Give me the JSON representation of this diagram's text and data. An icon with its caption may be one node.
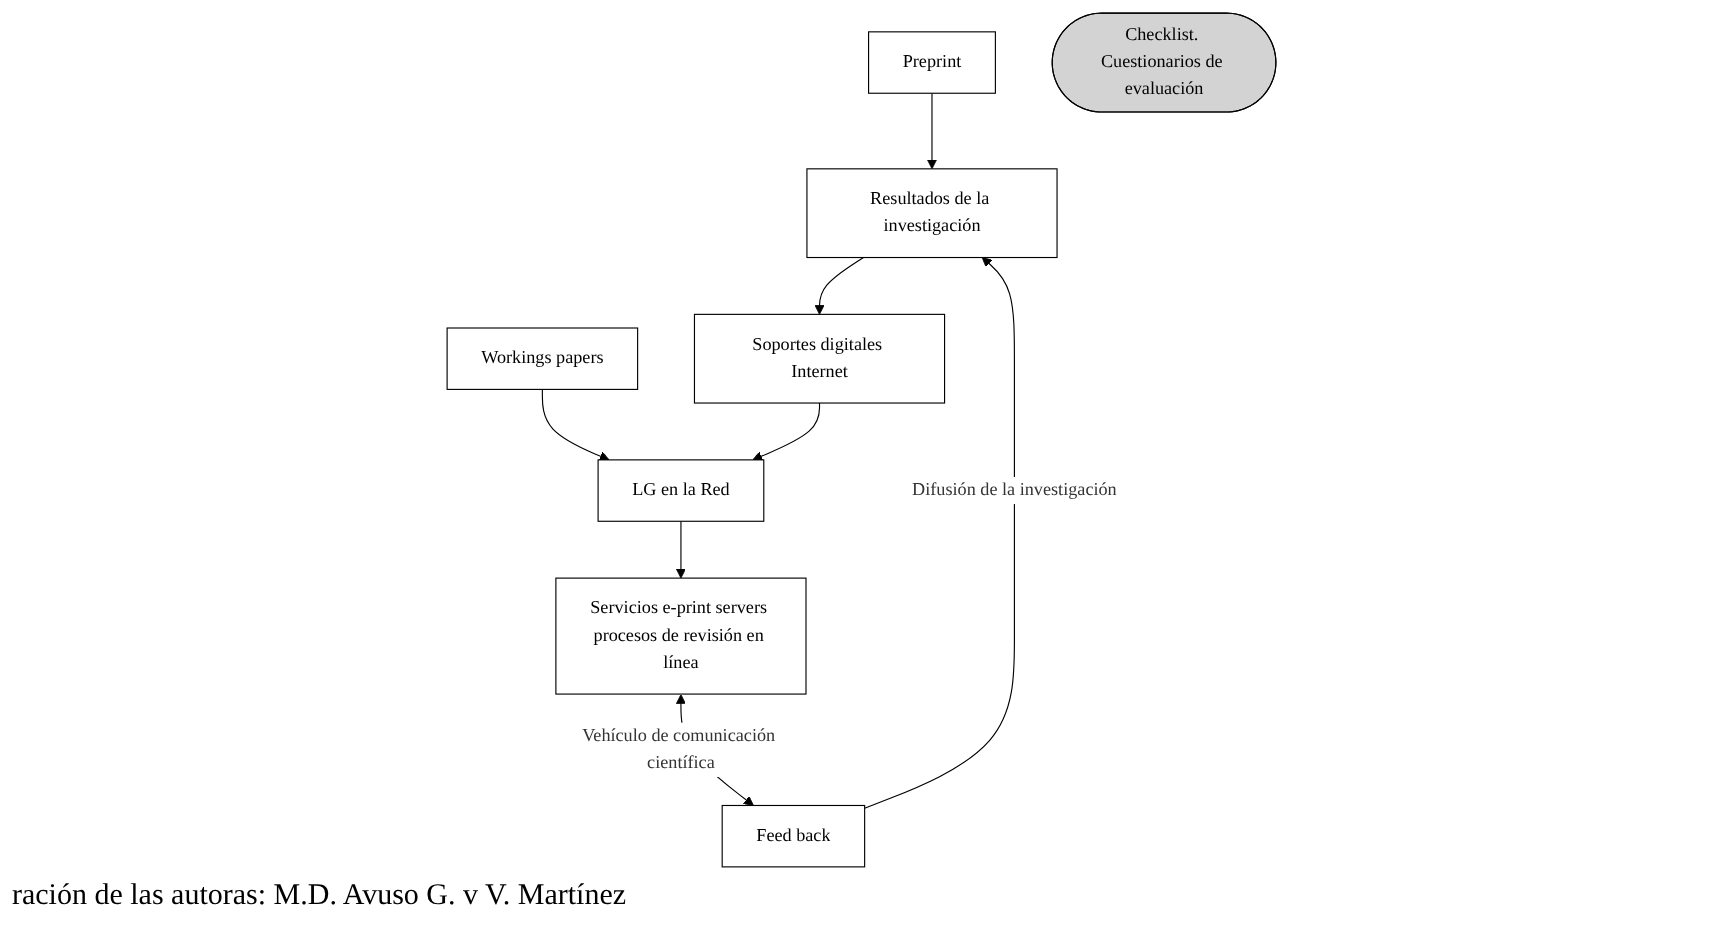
{
  "diagram": {
    "caption": "ración de las autoras: M.D. Avuso G. v V. Martínez",
    "nodes": [
      {
        "text": [
          "Preprint"
        ]
      },
      {
        "text": [
          "Workings papers"
        ]
      },
      {
        "text": [
          "Resultados de la investigación"
        ]
      },
      {
        "text": [
          "Soportes digitales Internet"
        ]
      },
      {
        "text": [
          "LG en la Red"
        ]
      },
      {
        "text": [
          "Servicios e-print servers procesos de revisión en línea"
        ]
      },
      {
        "text": [
          "Checklist. Cuestionarios de evaluación"
        ]
      },
      {
        "text": [
          "Feed back"
        ]
      }
    ],
    "edges": [
      {
        "from": 0,
        "to": 2,
        "arrow": "to"
      },
      {
        "from": 1,
        "to": 4,
        "arrow": "to"
      },
      {
        "from": 2,
        "to": 3,
        "arrow": "to"
      },
      {
        "from": 3,
        "to": 4,
        "arrow": "to"
      },
      {
        "from": 4,
        "to": 5,
        "arrow": "to"
      },
      {
        "from": 5,
        "to": 7,
        "arrow": "both",
        "label": "Vehículo de comunicación científica"
      },
      {
        "from": 7,
        "to": 2,
        "arrow": "to",
        "label": "Difusión de la investigación"
      }
    ]
  }
}
